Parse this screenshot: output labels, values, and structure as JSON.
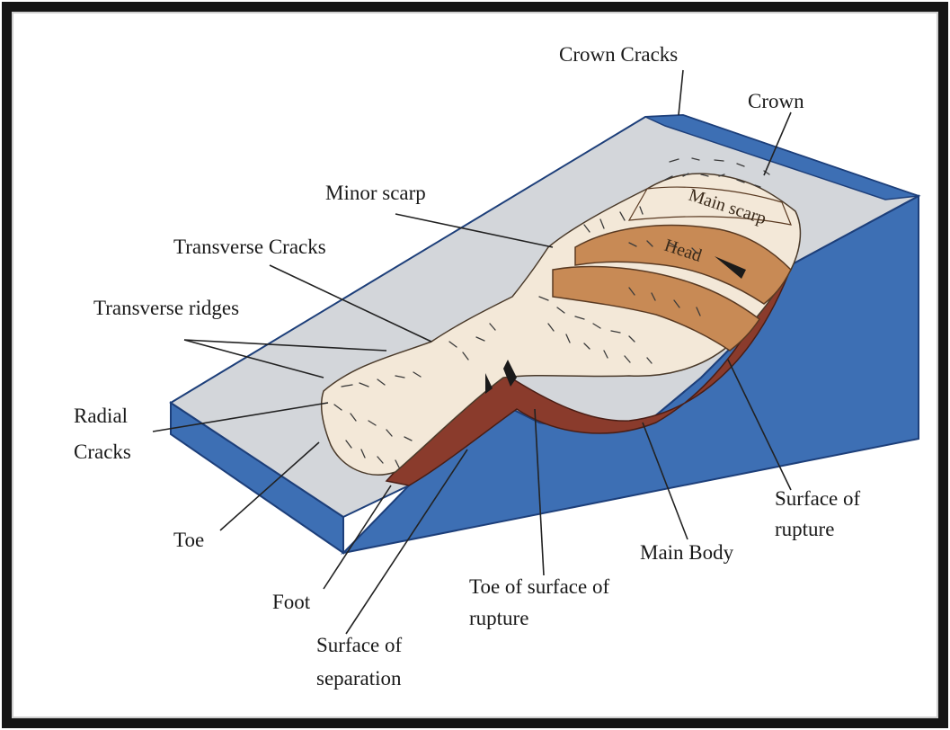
{
  "colors": {
    "frame_outer": "#151515",
    "frame_inner": "#f4f4f4",
    "block_side": "#3d6fb4",
    "block_edge": "#1d3f7a",
    "top_surface": "#d3d6da",
    "landslide_body": "#f3e8d8",
    "head_blocks": "#c88a55",
    "rupture_surface": "#8a3b2c"
  },
  "diagram": {
    "labels": {
      "crown_cracks": "Crown Cracks",
      "crown": "Crown",
      "minor_scarp": "Minor scarp",
      "transverse_cracks": "Transverse Cracks",
      "transverse_ridges": "Transverse ridges",
      "radial_cracks_1": "Radial",
      "radial_cracks_2": "Cracks",
      "toe": "Toe",
      "foot": "Foot",
      "surface_of_separation_1": "Surface of",
      "surface_of_separation_2": "separation",
      "toe_of_surface_of_rupture_1": "Toe of surface of",
      "toe_of_surface_of_rupture_2": "rupture",
      "main_body": "Main Body",
      "surface_of_rupture_1": "Surface of",
      "surface_of_rupture_2": "rupture",
      "main_scarp": "Main scarp",
      "head": "Head"
    }
  }
}
